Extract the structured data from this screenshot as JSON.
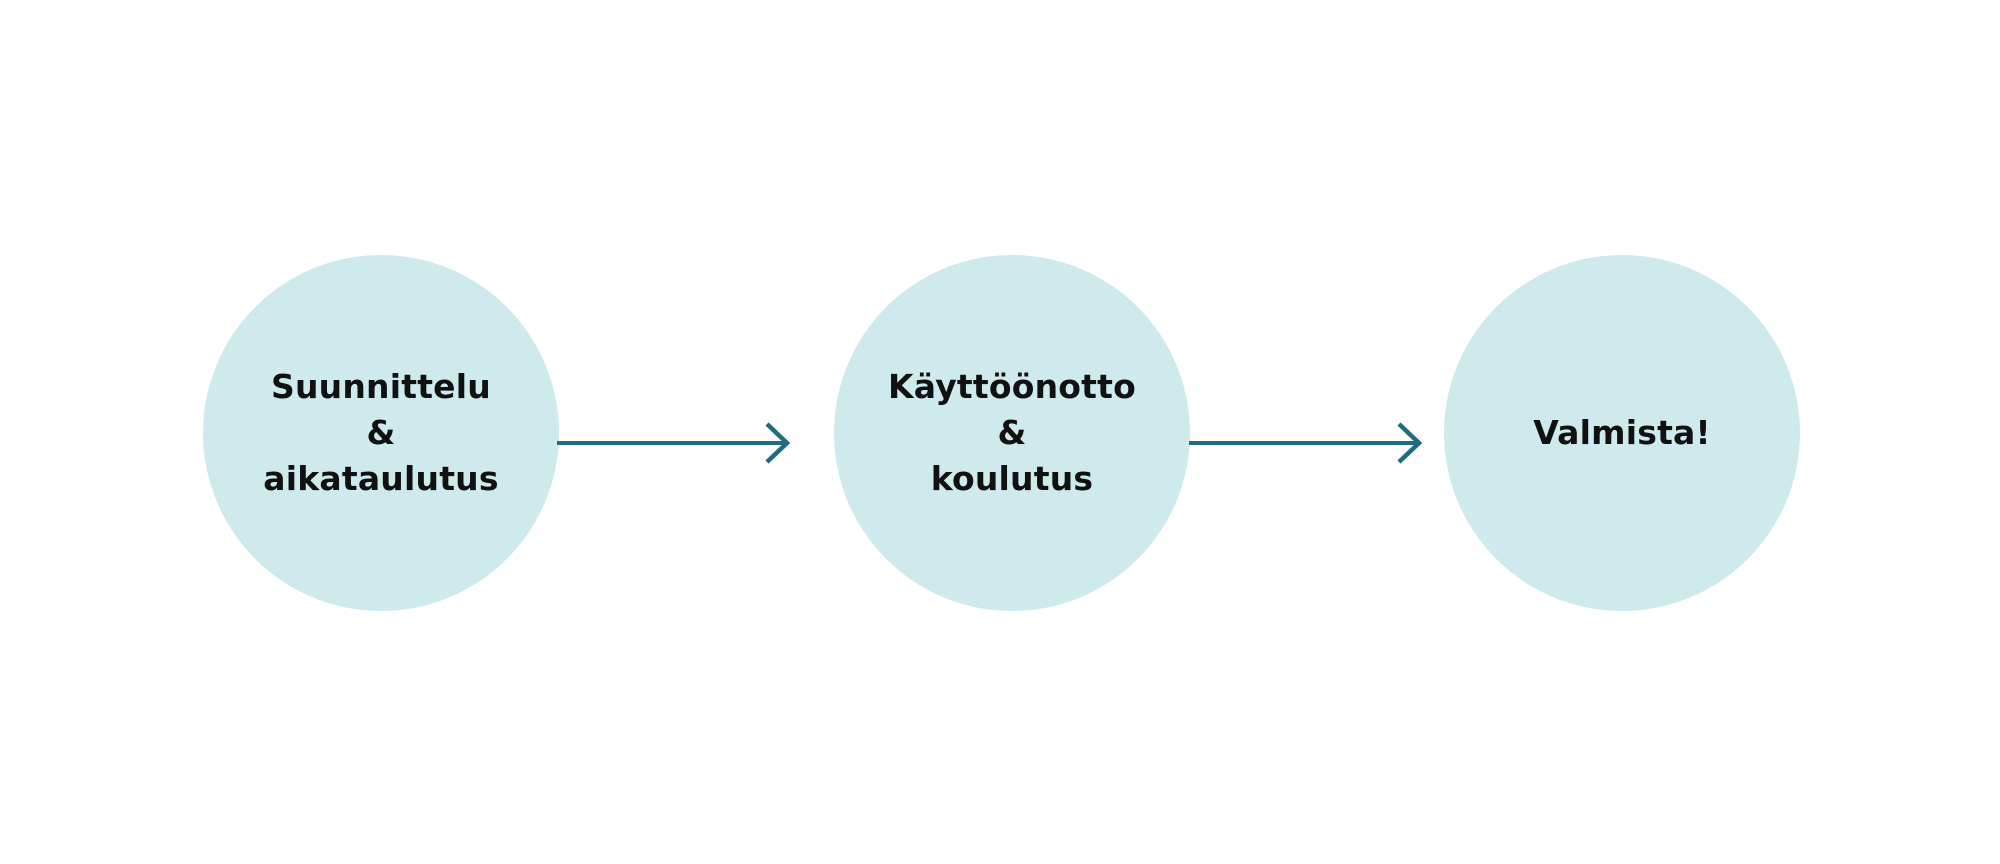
{
  "diagram": {
    "type": "process-flow",
    "colors": {
      "circle_fill": "#ceeaed",
      "arrow": "#1f6b82",
      "text": "#111111",
      "background": "#ffffff"
    },
    "steps": [
      {
        "lines": [
          "Suunnittelu",
          "&",
          "aikataulutus"
        ]
      },
      {
        "lines": [
          "Käyttöönotto",
          "&",
          "koulutus"
        ]
      },
      {
        "lines": [
          "Valmista!"
        ]
      }
    ],
    "arrows": [
      {
        "from": 0,
        "to": 1,
        "icon": "arrow-right-icon"
      },
      {
        "from": 1,
        "to": 2,
        "icon": "arrow-right-icon"
      }
    ]
  }
}
